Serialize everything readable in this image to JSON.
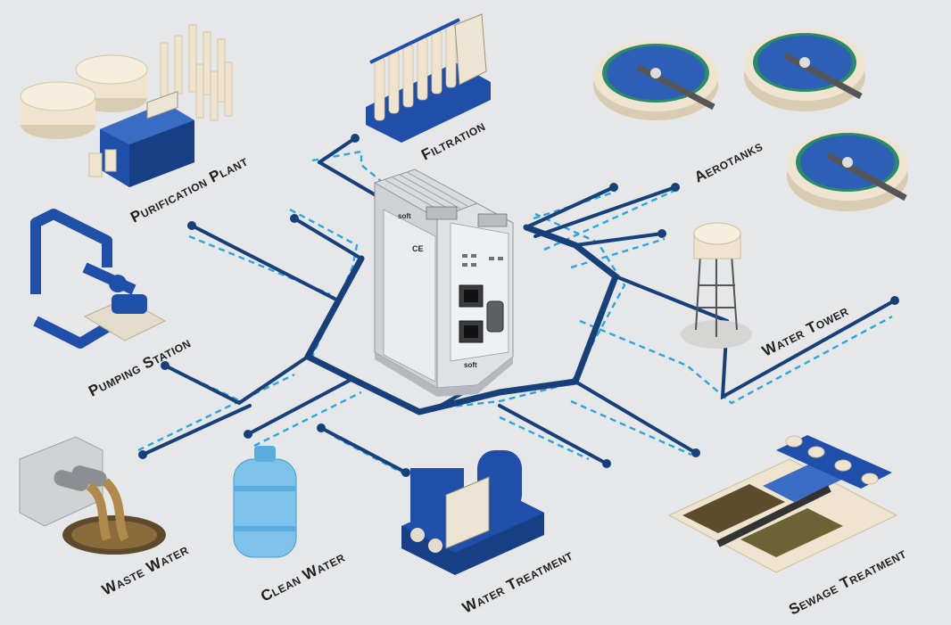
{
  "labels": {
    "purification_plant": "Purification Plant",
    "filtration": "Filtration",
    "aerotanks": "Aerotanks",
    "pumping_station": "Pumping Station",
    "water_tower": "Water Tower",
    "waste_water": "Waste Water",
    "clean_water": "Clean Water",
    "water_treatment": "Water Treatment",
    "sewage_treatment": "Sewage Treatment"
  },
  "gateway": {
    "brand": "soft",
    "ce_mark": "CE"
  },
  "colors": {
    "background": "#e6e7e8",
    "network_line": "#17407a",
    "dashed_link": "#2aa6df",
    "equipment_blue": "#1f4fa8",
    "tank_beige": "#efe4cf"
  }
}
